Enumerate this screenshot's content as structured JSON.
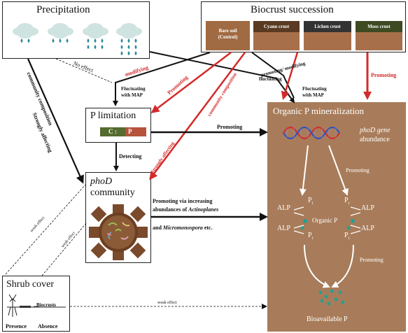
{
  "boxes": {
    "precipitation": "Precipitation",
    "succession": "Biocrust succession",
    "p_limitation": "P limitation",
    "phod_community_italic": "phoD",
    "phod_community_rest": "community",
    "mineralization": "Organic P mineralization",
    "shrub": "Shrub cover"
  },
  "crusts": [
    {
      "label": "Bare soil",
      "sub": "(Control)",
      "top_color": "#8a5a33",
      "body_color": "#a06a42"
    },
    {
      "label": "Cyano crust",
      "sub": "",
      "top_color": "#5a3a22",
      "body_color": "#a8704a"
    },
    {
      "label": "Lichen crust",
      "sub": "",
      "top_color": "#333333",
      "body_color": "#a8704a"
    },
    {
      "label": "Moss crust",
      "sub": "",
      "top_color": "#3d4a22",
      "body_color": "#a8704a"
    }
  ],
  "cp_ratio": {
    "c": "C",
    "sep": ":",
    "p": "P"
  },
  "mineral": {
    "gene_italic": "phoD gene",
    "gene_rest": "abundance",
    "alp": "ALP",
    "pi": "P",
    "pi_sub": "i",
    "organic": "Organic P",
    "bioavailable": "Bioavailable P",
    "promoting": "Promoting"
  },
  "shrub_labels": {
    "biocrusts": "Biocrusts",
    "presence": "Presence",
    "absence": "Absence"
  },
  "arrow_labels": {
    "no_effect": "No effect",
    "modifying": "modifying",
    "promoting_red": "Promoting",
    "promoting_modifying": "promoting/ modifying",
    "fluctuating": "fluctuating",
    "fluct_map_1": "Fluctuating",
    "fluct_map_2": "with MAP",
    "fluct_map_3": "Fluctuating",
    "fluct_map_4": "with MAP",
    "strongly_community": "Strongly affecting",
    "strongly_community_2": "community composition",
    "community_composition": "community composition",
    "strongly_affecting": "Strongly affecting",
    "promoting_right": "Promoting",
    "promoting_right_red": "Promoting",
    "detecting": "Detecting",
    "via_1": "Promoting via increasing",
    "via_2a": "abundances of ",
    "via_2b": "Actinoplanes",
    "via_3a": "and ",
    "via_3b": "Micromonospora",
    "via_3c": " etc.",
    "weak_1": "weak effect",
    "weak_2": "weak effect",
    "weak_3": "weak effect"
  },
  "colors": {
    "red": "#d42a2a",
    "brown": "#a87c5a",
    "crust_brown": "#a06a42"
  }
}
